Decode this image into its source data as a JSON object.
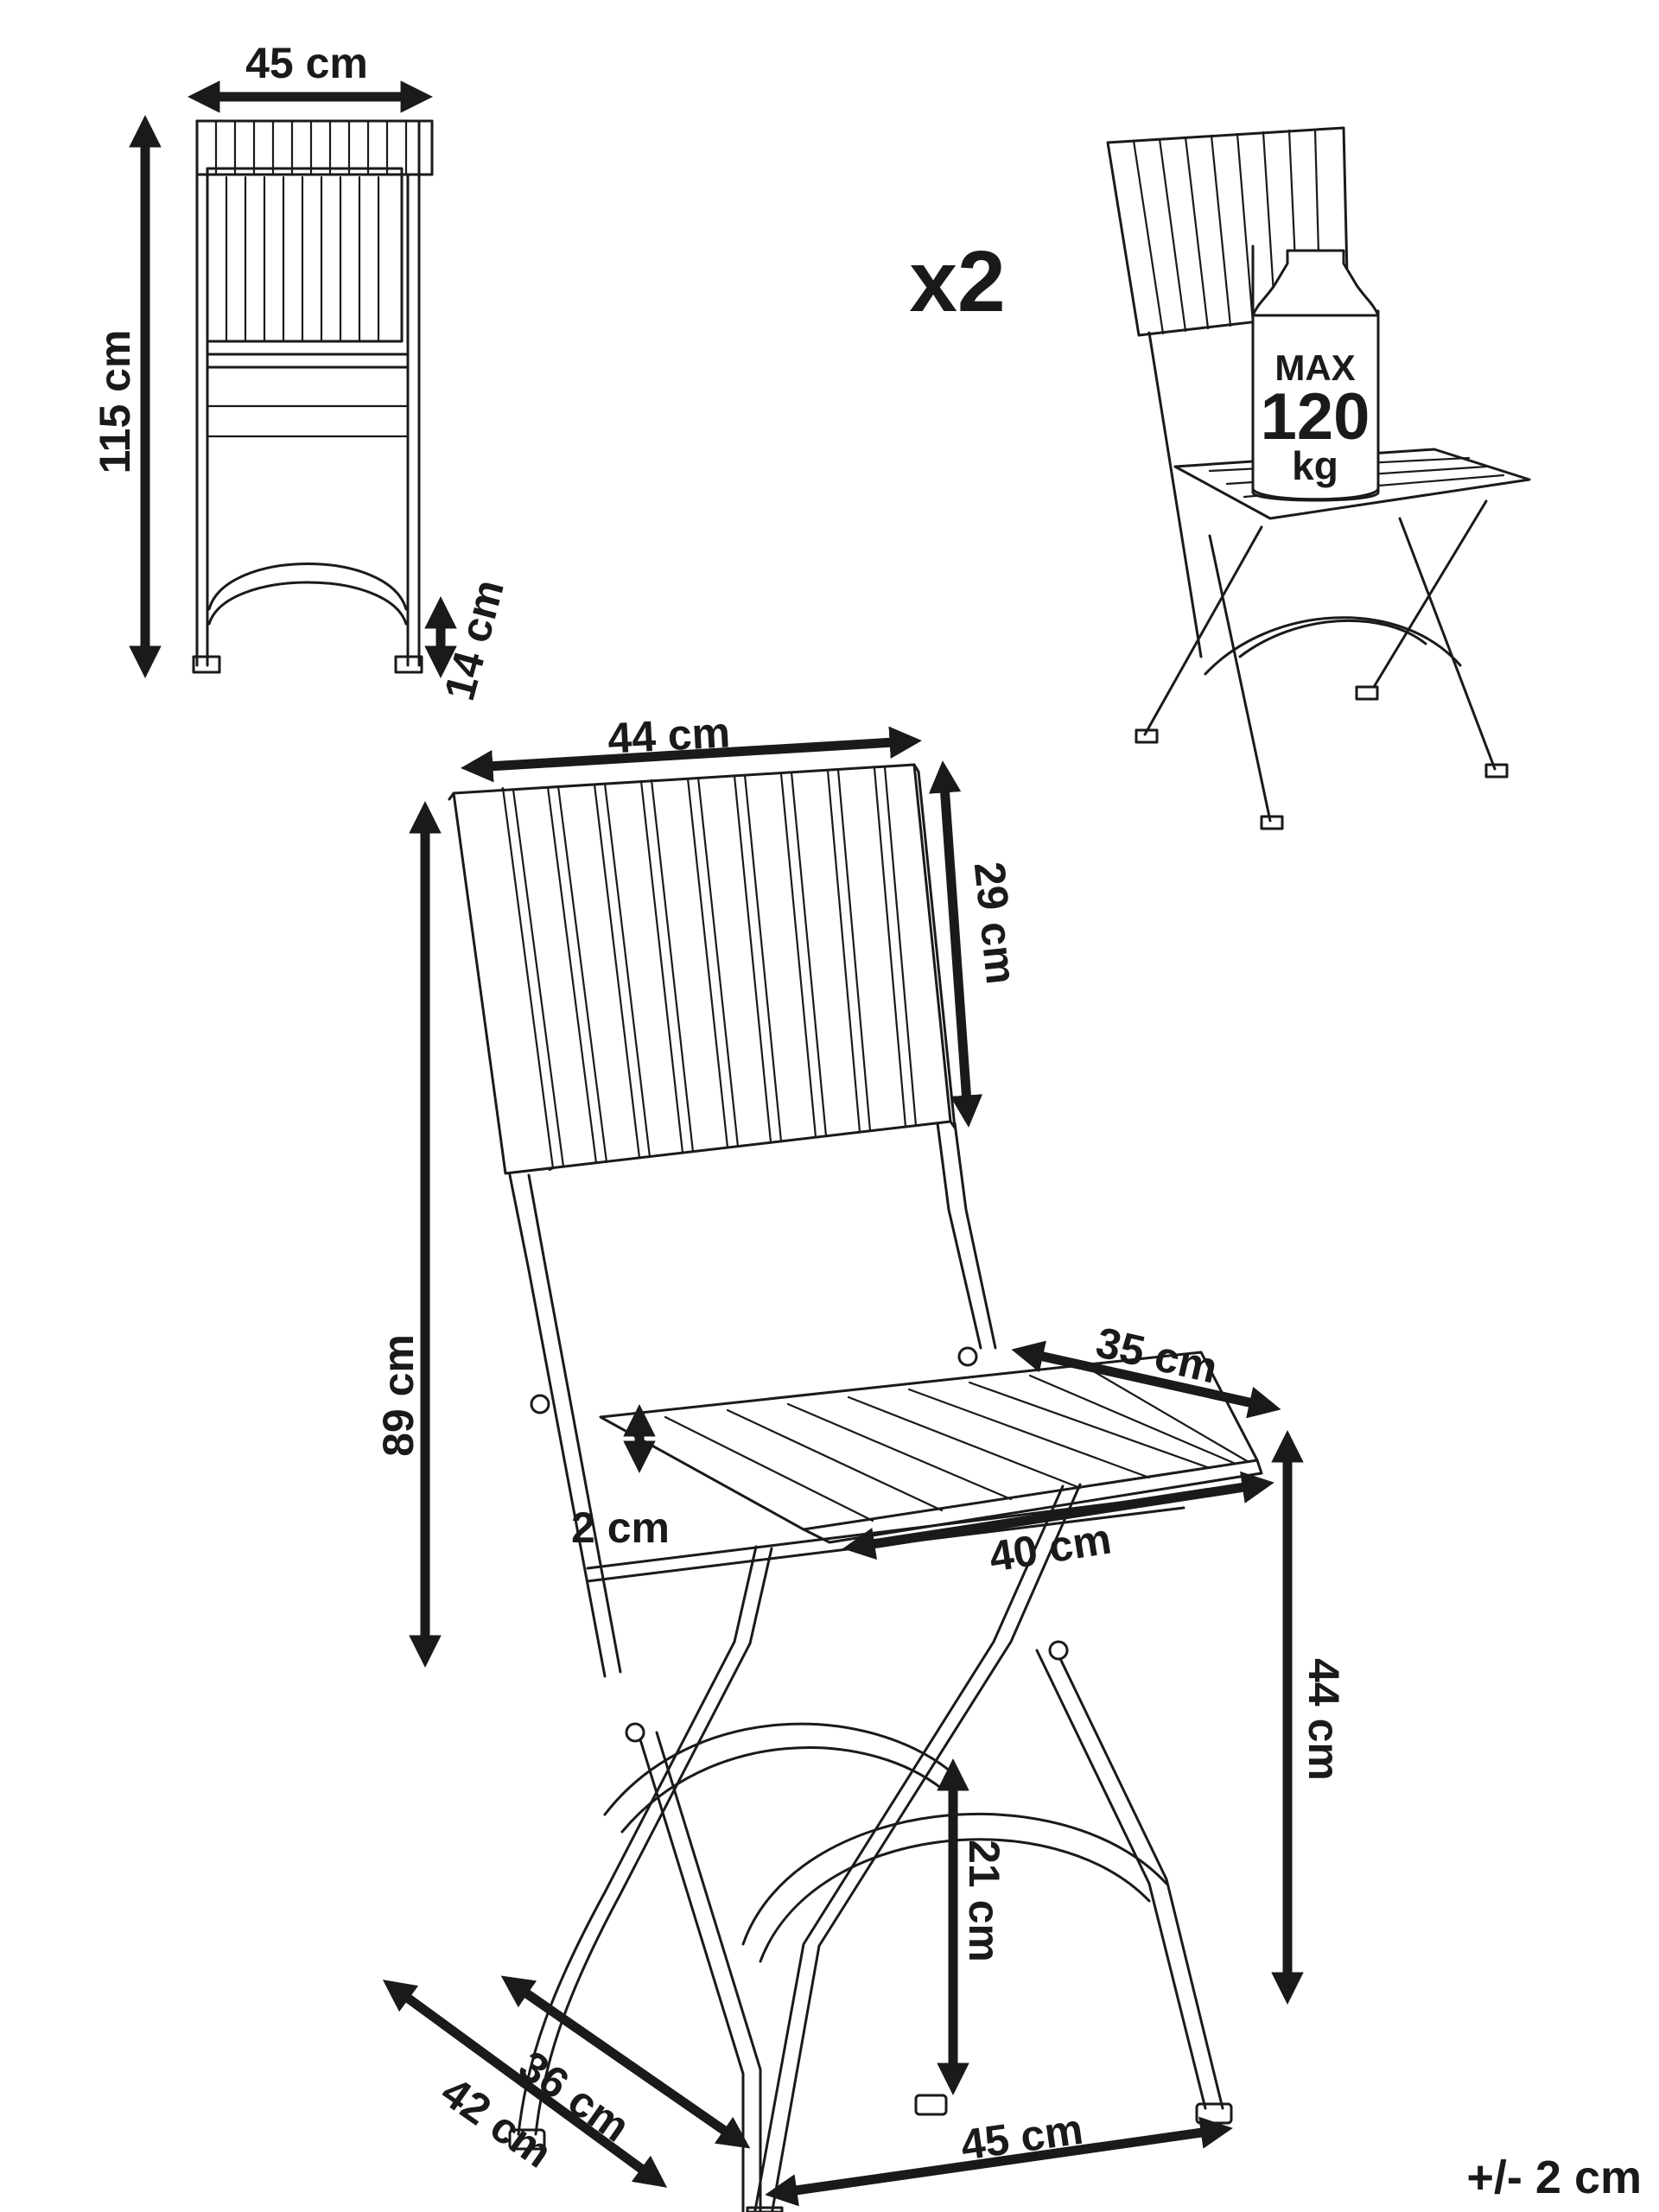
{
  "quantity": "x2",
  "max_load": {
    "top": "MAX",
    "value": "120",
    "unit": "kg"
  },
  "tolerance": "+/- 2 cm",
  "dimensions": {
    "front_width": "45 cm",
    "folded_height": "115 cm",
    "folded_depth": "14 cm",
    "backrest_width": "44 cm",
    "backrest_height": "29 cm",
    "total_height": "89 cm",
    "seat_depth": "35 cm",
    "seat_thickness": "2 cm",
    "seat_width": "40 cm",
    "seat_height": "44 cm",
    "crossbar_height": "21 cm",
    "inner_depth": "36 cm",
    "outer_depth": "42 cm",
    "base_width": "45 cm"
  }
}
